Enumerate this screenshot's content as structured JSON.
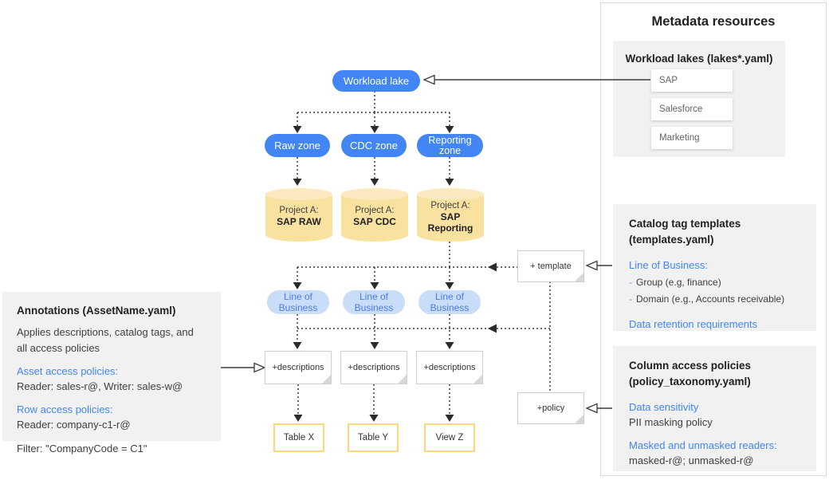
{
  "colors": {
    "primary_blue": "#4285F4",
    "light_blue_pill_bg": "#C9DCF8",
    "light_blue_pill_text": "#4C7EE8",
    "cylinder_yellow": "#F9E1A0",
    "cylinder_yellow_light": "#FBEAC0",
    "table_border_yellow": "#FBD77B",
    "panel_gray": "#F1F1F2",
    "link_blue": "#4285F4"
  },
  "diagram": {
    "lake_label": "Workload lake",
    "zones": [
      "Raw zone",
      "CDC zone",
      "Reporting zone"
    ],
    "projects": [
      {
        "prefix": "Project A:",
        "name": "SAP RAW"
      },
      {
        "prefix": "Project A:",
        "name": "SAP CDC"
      },
      {
        "prefix": "Project A:",
        "name": "SAP Reporting"
      }
    ],
    "lob_label": "Line of Business",
    "descriptions_label": "+descriptions",
    "template_label": "+ template",
    "policy_label": "+policy",
    "outputs": [
      "Table X",
      "Table Y",
      "View Z"
    ]
  },
  "annotations_panel": {
    "title": "Annotations (AssetName.yaml)",
    "description": "Applies descriptions, catalog tags, and all access policies",
    "asset_policies_heading": "Asset access policies:",
    "asset_policies_value": "Reader: sales-r@, Writer: sales-w@",
    "row_policies_heading": "Row access policies:",
    "row_policies_value": "Reader: company-c1-r@",
    "filter_value": "Filter: \"CompanyCode = C1\""
  },
  "metadata_panel": {
    "title": "Metadata resources",
    "workload_lakes": {
      "heading": "Workload lakes (lakes*.yaml)",
      "items": [
        "SAP",
        "Salesforce",
        "Marketing"
      ]
    },
    "catalog_templates": {
      "heading_line1": "Catalog tag templates",
      "heading_line2": "(templates.yaml)",
      "lob_heading": "Line of Business:",
      "bullet": "-",
      "items": [
        "Group (e.g, finance)",
        "Domain (e.g., Accounts receivable)"
      ],
      "retention_heading": "Data retention requirements"
    },
    "column_policies": {
      "heading_line1": "Column access policies",
      "heading_line2": "(policy_taxonomy.yaml)",
      "sensitivity_heading": "Data sensitivity",
      "sensitivity_value": "PII masking policy",
      "readers_heading": "Masked and unmasked readers:",
      "readers_value": "masked-r@; unmasked-r@"
    }
  }
}
